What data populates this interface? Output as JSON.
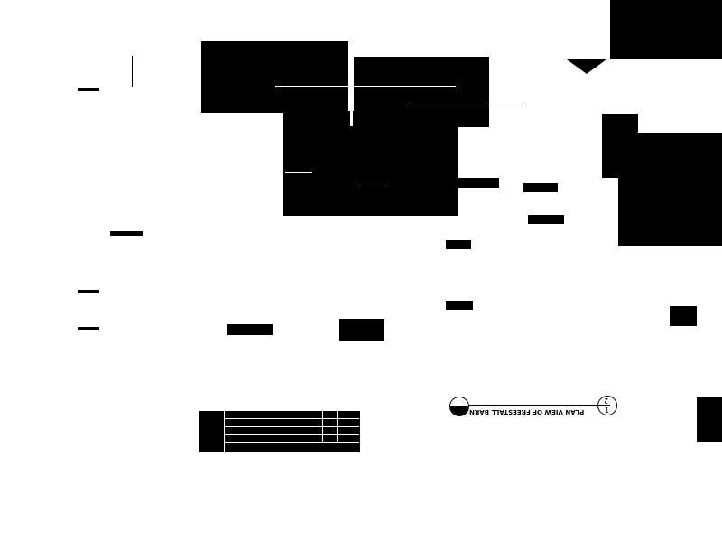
{
  "drawing": {
    "title": "PLAN VIEW OF FREESTALL BARN",
    "detail_number_top": "2",
    "detail_number_bottom": "1"
  },
  "colors": {
    "ink": "#000000",
    "paper": "#ffffff"
  }
}
